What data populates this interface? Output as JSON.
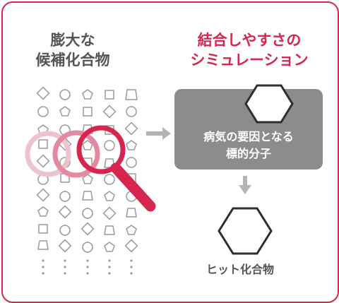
{
  "left_heading": {
    "line1": "膨大な",
    "line2": "候補化合物"
  },
  "right_heading": {
    "line1": "結合しやすさの",
    "line2": "シミュレーション"
  },
  "target": {
    "line1": "病気の要因となる",
    "line2": "標的分子"
  },
  "hit": {
    "label": "ヒット化合物"
  },
  "colors": {
    "accent": "#d6264f",
    "box": "#8c8c8c",
    "shape": "#9a9a9a",
    "text": "#555555"
  },
  "icons": [
    "magnifier-icon",
    "hexagon-icon",
    "arrow-right-icon",
    "arrow-down-icon"
  ]
}
